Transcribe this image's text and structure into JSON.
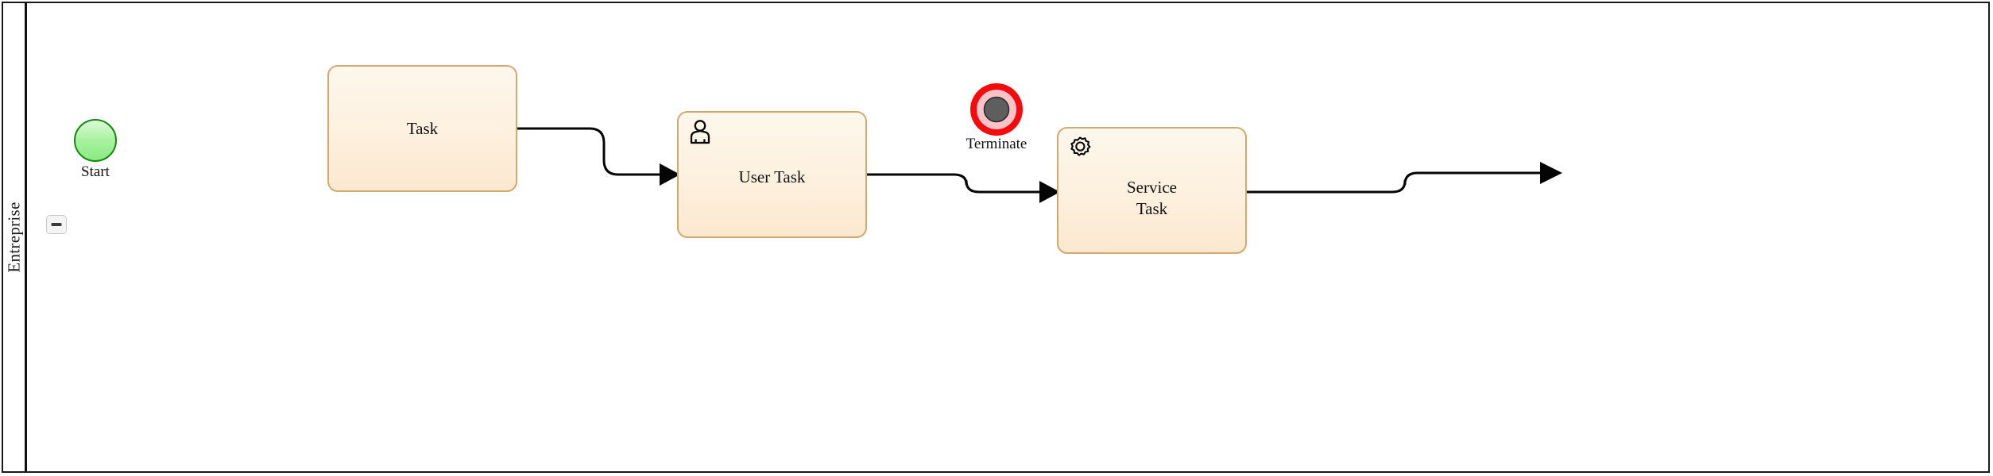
{
  "diagram": {
    "type": "bpmn-process",
    "title": "Entreprise",
    "background_color": "#ffffff",
    "frame_color": "#1a1a1a"
  },
  "lane": {
    "name": "Entreprise",
    "collapse_button": {
      "icon": "minus-icon",
      "state": "expanded",
      "tooltip": "Collapse lane"
    }
  },
  "nodes": [
    {
      "id": "start",
      "kind": "start-event",
      "label": "Start",
      "icon": "none",
      "fill": "#a9f2a0",
      "stroke": "#13870f"
    },
    {
      "id": "task",
      "kind": "task",
      "label": "Task",
      "icon": "none",
      "fill": "#fdf0de",
      "stroke": "#d3a871"
    },
    {
      "id": "user-task",
      "kind": "user-task",
      "label": "User Task",
      "icon": "user-icon",
      "fill": "#fdf0de",
      "stroke": "#d3a871"
    },
    {
      "id": "service-task",
      "kind": "service-task",
      "label": "Service\nTask",
      "icon": "gear-icon",
      "fill": "#fdf0de",
      "stroke": "#d3a871"
    },
    {
      "id": "terminate",
      "kind": "terminate-end-event",
      "label": "Terminate",
      "icon": "filled-circle-icon",
      "ring_color": "#f50b0b",
      "fill": "#f9c3c8",
      "core_color": "#5e5e5e"
    }
  ],
  "flows": [
    {
      "id": "flow-1",
      "from": "task",
      "to": "user-task",
      "label": ""
    },
    {
      "id": "flow-2",
      "from": "user-task",
      "to": "service-task",
      "label": ""
    },
    {
      "id": "flow-3",
      "from": "service-task",
      "to": "terminate",
      "label": ""
    }
  ],
  "labels": {
    "start": "Start",
    "task": "Task",
    "user_task": "User Task",
    "service_task": "Service\nTask",
    "terminate": "Terminate",
    "lane": "Entreprise"
  }
}
